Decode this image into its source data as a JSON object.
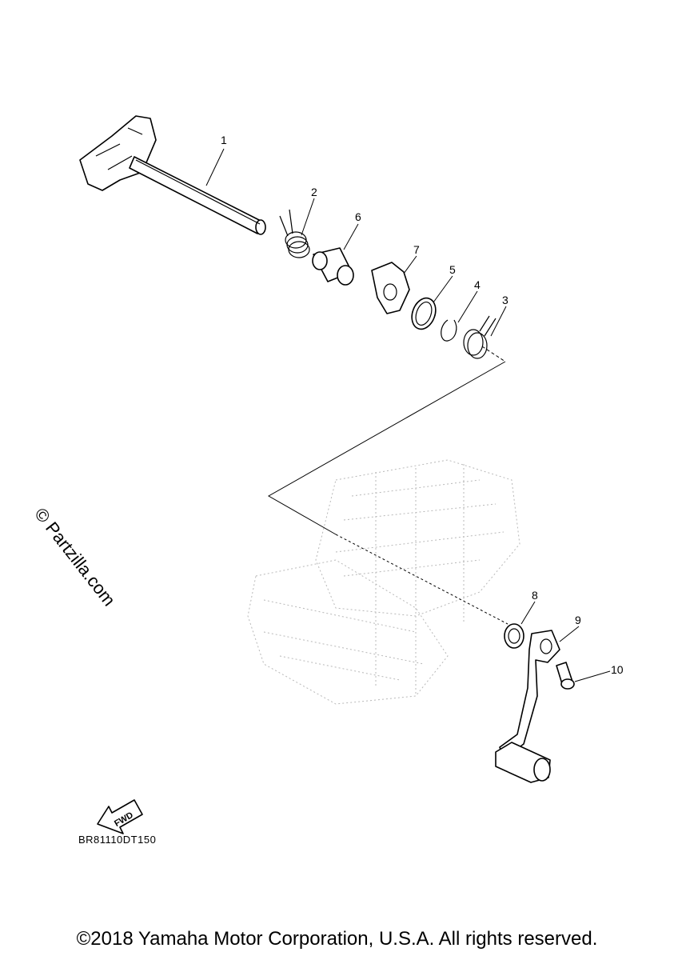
{
  "callouts": [
    {
      "number": "1"
    },
    {
      "number": "2"
    },
    {
      "number": "3"
    },
    {
      "number": "4"
    },
    {
      "number": "5"
    },
    {
      "number": "6"
    },
    {
      "number": "7"
    },
    {
      "number": "8"
    },
    {
      "number": "9"
    },
    {
      "number": "10"
    }
  ],
  "fwd_label": "FWD",
  "watermark": "© Partzilla.com",
  "diagram_code": "BR81110DT150",
  "copyright": "©2018 Yamaha Motor Corporation, U.S.A. All rights reserved."
}
